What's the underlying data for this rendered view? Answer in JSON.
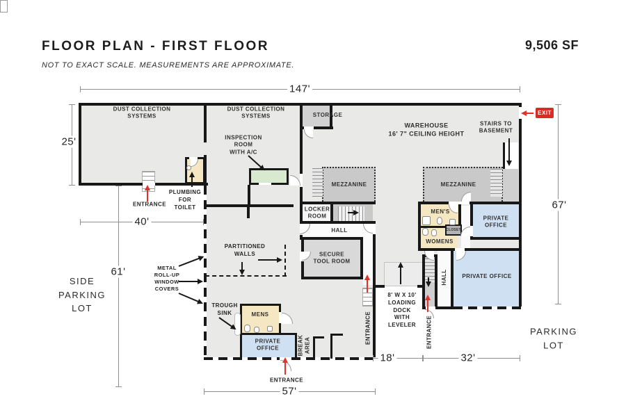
{
  "header": {
    "title": "FLOOR PLAN - FIRST FLOOR",
    "subtitle": "NOT TO EXACT SCALE. MEASUREMENTS ARE APPROXIMATE.",
    "area": "9,506 SF"
  },
  "dimensions": {
    "top": "147'",
    "left_upper": "25'",
    "left_mid": "40'",
    "left_lower": "61'",
    "right": "67'",
    "bottom_center": "57'",
    "bottom_inner": "18'",
    "bottom_outer": "32'"
  },
  "rooms": {
    "dust_collection": "DUST COLLECTION\nSYSTEMS",
    "storage": "STORAGE",
    "warehouse": "WAREHOUSE\n16' 7\" CEILING HEIGHT",
    "inspection": "INSPECTION\nROOM\nWITH A/C",
    "mezzanine": "MEZZANINE",
    "locker": "LOCKER\nROOM",
    "hall": "HALL",
    "secure_tool": "SECURE\nTOOL ROOM",
    "mens_upper": "MEN'S",
    "womens": "WOMENS",
    "closet": "CLOSET",
    "private_office_2line": "PRIVATE\nOFFICE",
    "private_office_1line": "PRIVATE OFFICE",
    "stairs_basement": "STAIRS TO\nBASEMENT",
    "mens_lower": "MENS",
    "break_area": "BREAK\nAREA"
  },
  "annotations": {
    "entrance": "ENTRANCE",
    "exit": "EXIT",
    "plumbing": "PLUMBING\nFOR\nTOILET",
    "partitioned_walls": "PARTITIONED\nWALLS",
    "metal_rollup": "METAL\nROLL-UP\nWINDOW\nCOVERS",
    "trough_sink": "TROUGH\nSINK",
    "loading_dock": "8' W X 10'\nLOADING\nDOCK\nWITH\nLEVELER",
    "side_parking": "SIDE\nPARKING\nLOT",
    "parking": "PARKING\nLOT"
  },
  "colors": {
    "wall": "#181818",
    "floor": "#e9e9e8",
    "mezzanine": "#c9c9c9",
    "room_gray": "#d9d9d9",
    "restroom_tan": "#f6e7c3",
    "office_blue": "#cfe0f3",
    "inspection_green": "#d9e9d0",
    "accent_red": "#da2b24",
    "dimension_gray": "#8f8f8f"
  }
}
